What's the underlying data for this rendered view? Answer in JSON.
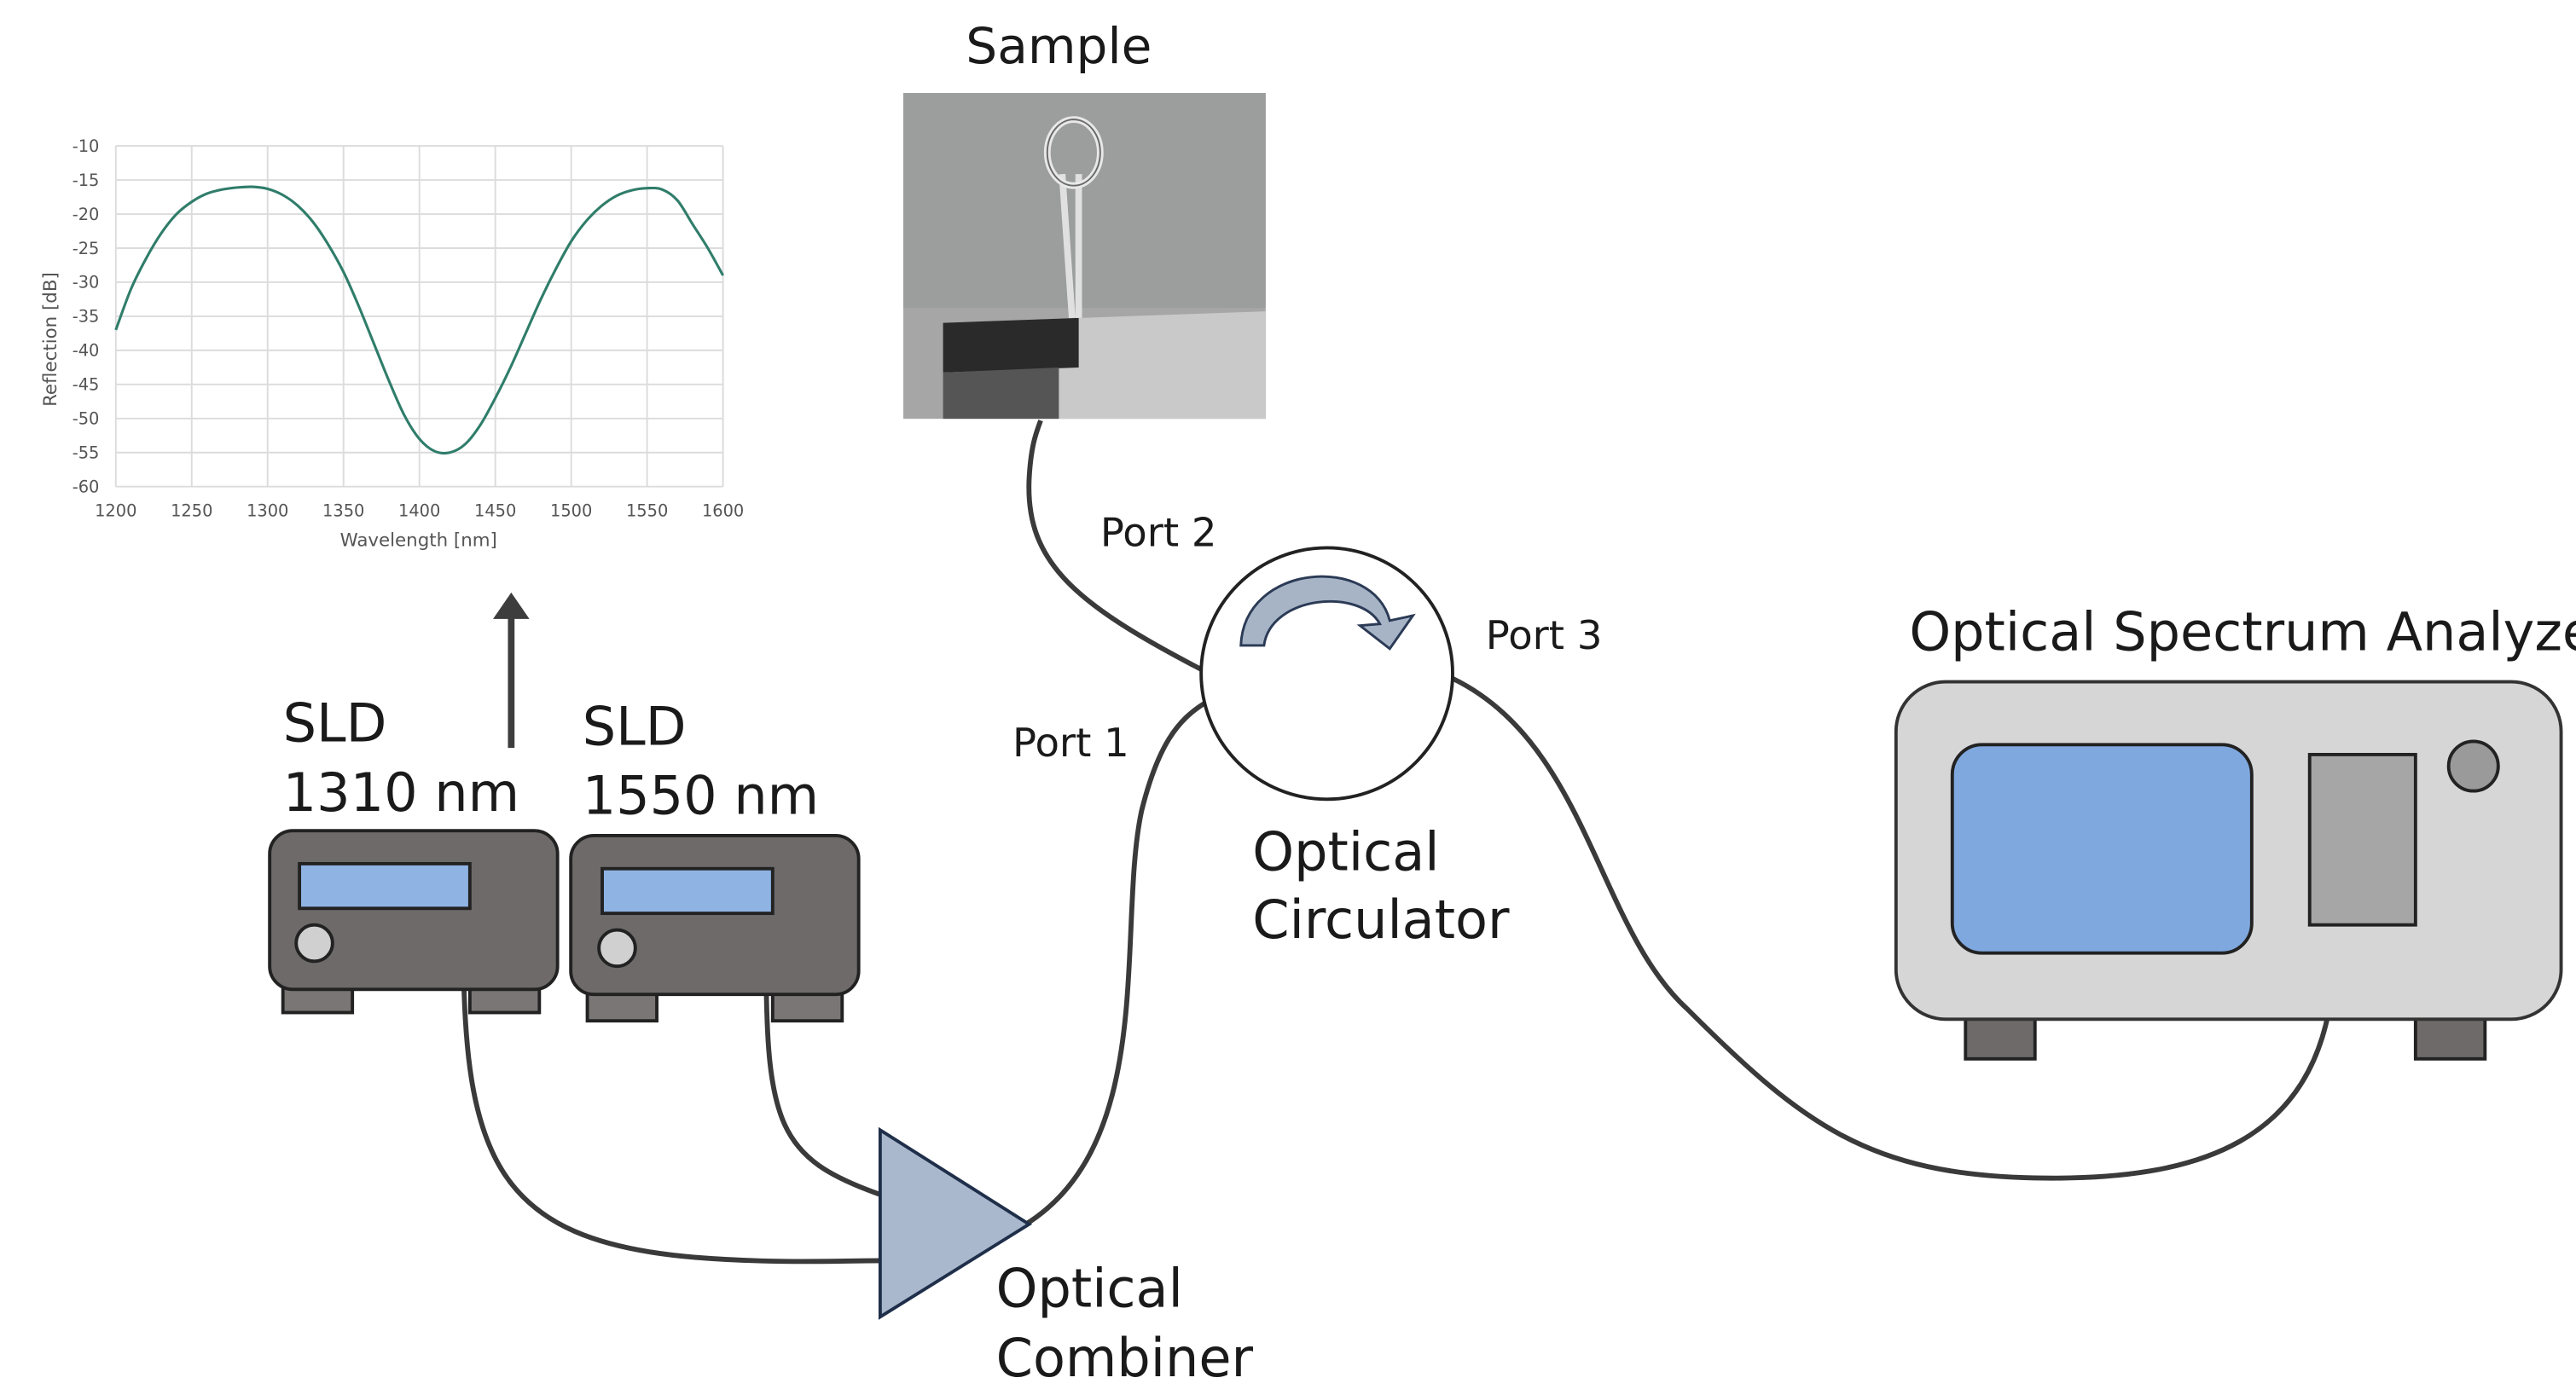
{
  "labels": {
    "sample": "Sample",
    "port1": "Port 1",
    "port2": "Port 2",
    "port3": "Port 3",
    "circulator_line1": "Optical",
    "circulator_line2": "Circulator",
    "combiner_line1": "Optical",
    "combiner_line2": "Combiner",
    "osa": "Optical Spectrum Analyzer",
    "sld1_line1": "SLD",
    "sld1_line2": "1310 nm",
    "sld2_line1": "SLD",
    "sld2_line2": "1550 nm"
  },
  "colors": {
    "device_body": "#6e6a6a",
    "device_screen": "#8fb3e3",
    "osa_body": "#d6d6d6",
    "osa_screen": "#7fa8df",
    "osa_slot": "#a6a6a6",
    "combiner": "#a9b8cc",
    "fiber": "#3a3a3a",
    "curve": "#2f7d6a",
    "grid": "#dcdcdc"
  },
  "chart_data": {
    "type": "line",
    "title": "",
    "xlabel": "Wavelength [nm]",
    "ylabel": "Reflection [dB]",
    "xlim": [
      1200,
      1600
    ],
    "ylim": [
      -60,
      -10
    ],
    "xticks": [
      1200,
      1250,
      1300,
      1350,
      1400,
      1450,
      1500,
      1550,
      1600
    ],
    "yticks": [
      -10,
      -15,
      -20,
      -25,
      -30,
      -35,
      -40,
      -45,
      -50,
      -55,
      -60
    ],
    "grid": true,
    "series": [
      {
        "name": "",
        "x": [
          1200,
          1210,
          1220,
          1230,
          1240,
          1250,
          1260,
          1270,
          1280,
          1290,
          1300,
          1310,
          1320,
          1330,
          1340,
          1350,
          1360,
          1370,
          1380,
          1390,
          1400,
          1410,
          1420,
          1430,
          1440,
          1450,
          1460,
          1470,
          1480,
          1490,
          1500,
          1510,
          1520,
          1530,
          1540,
          1550,
          1560,
          1570,
          1580,
          1590,
          1600
        ],
        "y": [
          -37,
          -31,
          -26.5,
          -22.8,
          -20,
          -18.2,
          -17,
          -16.4,
          -16.1,
          -16,
          -16.3,
          -17.2,
          -18.8,
          -21.2,
          -24.5,
          -28.5,
          -33.5,
          -39,
          -44.5,
          -49.5,
          -53,
          -54.8,
          -55,
          -53.8,
          -51,
          -47,
          -42.5,
          -37.5,
          -32.5,
          -28,
          -24,
          -21,
          -18.8,
          -17.3,
          -16.5,
          -16.2,
          -16.4,
          -18,
          -21.5,
          -25,
          -29
        ]
      }
    ]
  }
}
